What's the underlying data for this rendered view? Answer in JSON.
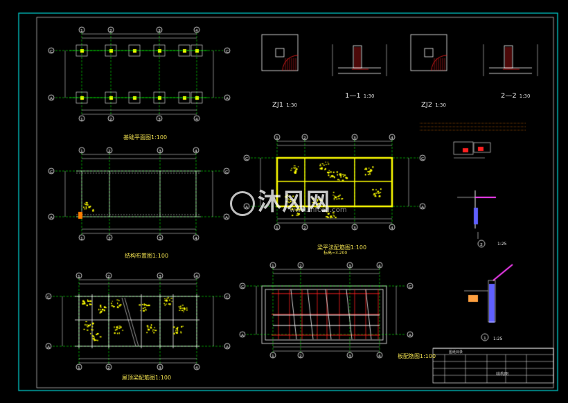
{
  "colors": {
    "background": "#000000",
    "frame": "#00e0e0",
    "wall": "#ffff00",
    "grid": "#00ff00",
    "axis": "#00ff00",
    "dim": "#ffffff",
    "beam": "#ff2020",
    "text": "#e8e8e8"
  },
  "drawing_titles": {
    "foundation_plan": "基础平面图1:100",
    "first_floor_structure": "结构布置图1:100",
    "roof_framing": "屋顶梁配筋图1:100",
    "beam_reinforcement": "梁平法配筋图1:100",
    "slab_reinforcement": "板配筋图1:100",
    "elevation_note": "标高=3.200"
  },
  "section_labels": {
    "zj1": "ZJ1",
    "zj1_scale": "1:30",
    "s11": "1—1",
    "s11_scale": "1:30",
    "zj2": "ZJ2",
    "zj2_scale": "1:30",
    "s22": "2—2",
    "s22_scale": "1:30"
  },
  "axes": {
    "columns": [
      "1",
      "2",
      "3",
      "4"
    ],
    "rows": [
      "A",
      "C"
    ]
  },
  "details": {
    "d1": "1",
    "d2": "2",
    "scale_note": "1:25"
  },
  "watermark": {
    "brand": "沐风网",
    "url": "www.mfcad.com"
  },
  "title_block": {
    "header": "图纸目录",
    "drawing_name": "结构图"
  },
  "icons": [
    "compass-icon"
  ]
}
